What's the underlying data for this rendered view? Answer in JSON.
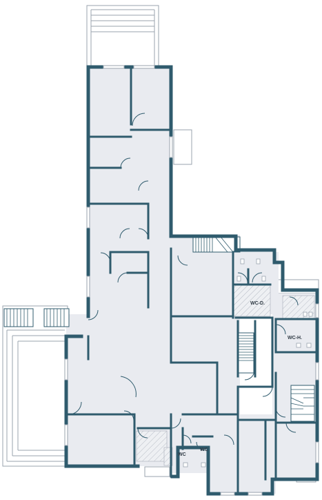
{
  "diagram": {
    "room_labels": {
      "wc_d": "WC-D.",
      "wc_h": "WC-H.",
      "wc_1": "WC",
      "wc_2": "WC"
    }
  },
  "colors": {
    "wall": "#2f5b6d",
    "floor": "#e9ebf0",
    "hatch": "#b7bcc6",
    "outline": "#9aa3ae"
  }
}
